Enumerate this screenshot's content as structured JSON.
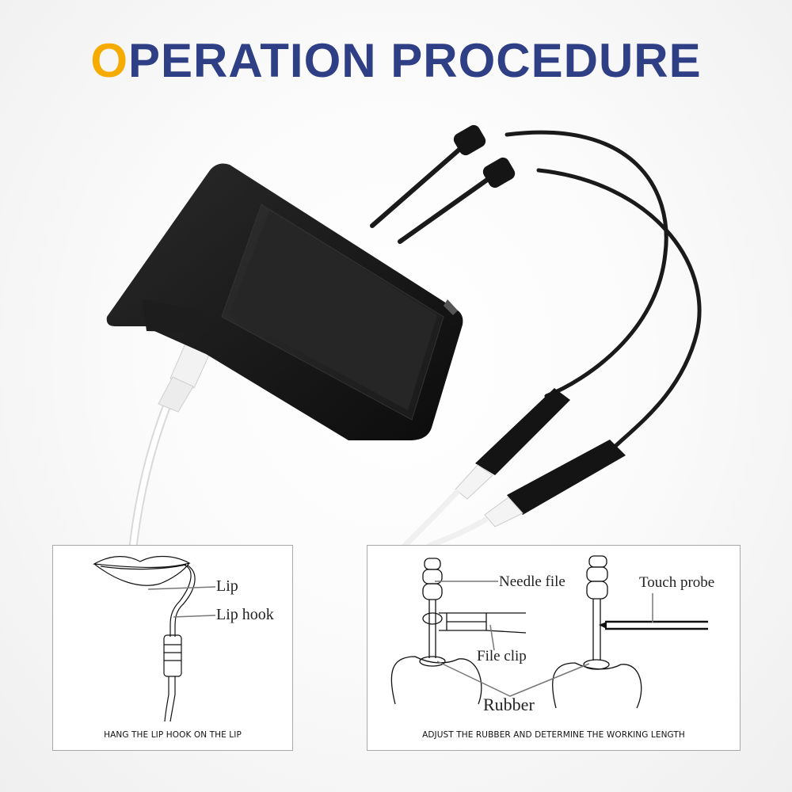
{
  "title": {
    "first_letter": "O",
    "rest": "PERATION PROCEDURE",
    "first_letter_color": "#f5ab00",
    "color": "#2f3f86"
  },
  "product_photo": {
    "description": "Black handheld apex locator device with screen, white cable plugged in, two black test clip probes with cables"
  },
  "step1": {
    "labels": {
      "lip": "Lip",
      "lip_hook": "Lip hook"
    },
    "caption": "HANG THE LIP HOOK ON THE LIP"
  },
  "step2": {
    "labels": {
      "needle_file": "Needle file",
      "touch_probe": "Touch probe",
      "file_clip": "File clip",
      "rubber": "Rubber"
    },
    "caption": "ADJUST THE RUBBER AND DETERMINE THE WORKING LENGTH"
  }
}
